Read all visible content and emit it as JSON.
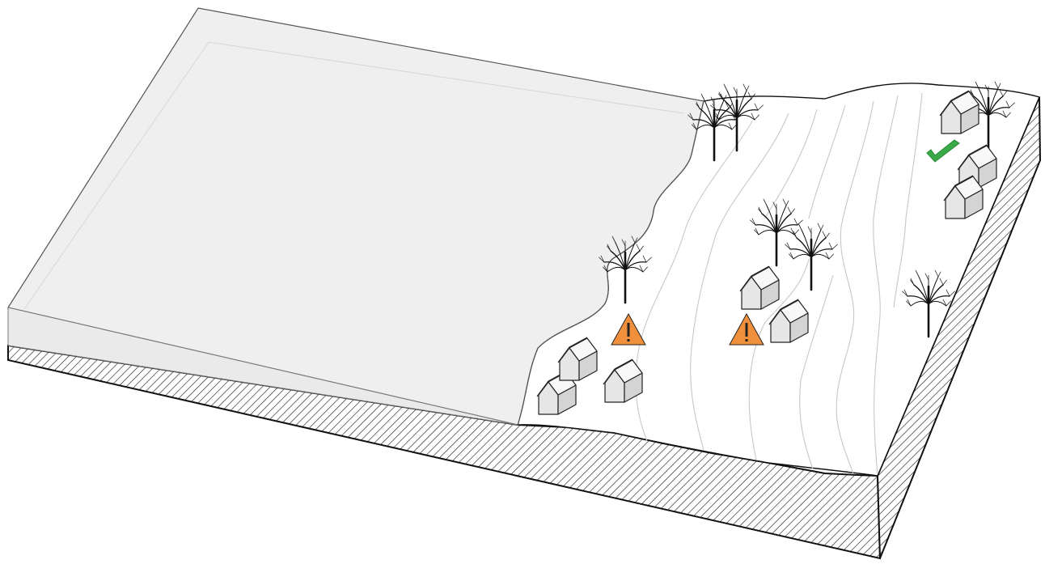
{
  "diagram": {
    "subject": "block-diagram-coastal-terrain",
    "colors": {
      "water": "#efefef",
      "water_edge": "#d6d6d6",
      "land": "#ffffff",
      "contour": "#c8c8c8",
      "outline": "#111111",
      "house_wall": "#e6e6e6",
      "house_roof": "#f8f8f8",
      "warning": "#f0903c",
      "check": "#3aaa48"
    },
    "markers": [
      {
        "kind": "warning-icon",
        "meaning": "at-risk"
      },
      {
        "kind": "warning-icon",
        "meaning": "at-risk"
      },
      {
        "kind": "checkmark-icon",
        "meaning": "safe"
      }
    ]
  }
}
